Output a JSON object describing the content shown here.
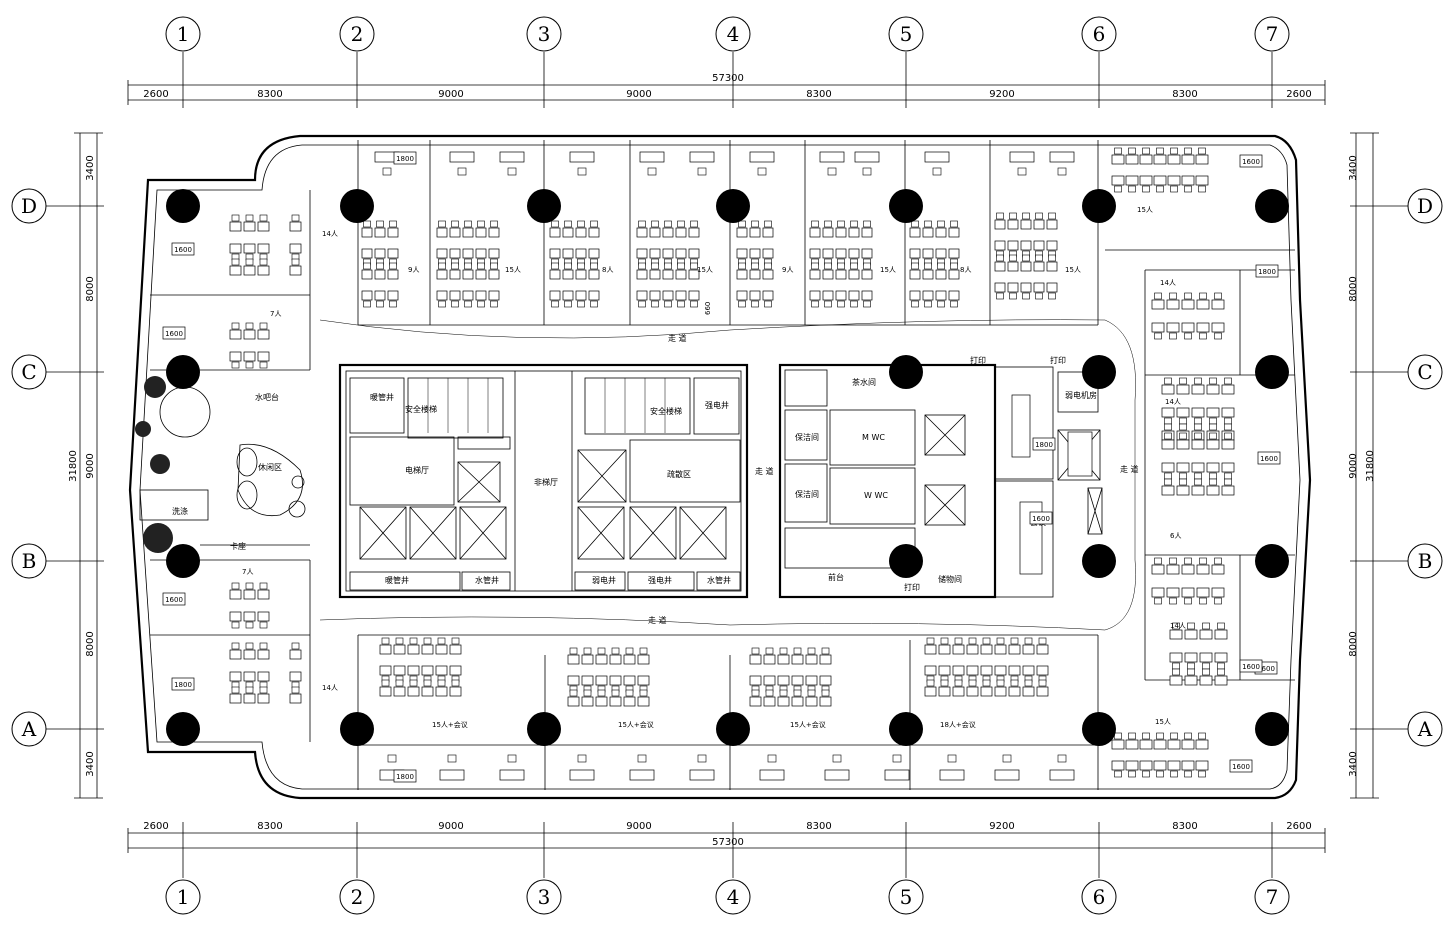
{
  "axes": {
    "columns": [
      "1",
      "2",
      "3",
      "4",
      "5",
      "6",
      "7"
    ],
    "rows": [
      "D",
      "C",
      "B",
      "A"
    ]
  },
  "dimensions": {
    "total_width": "57300",
    "bays": [
      "2600",
      "8300",
      "9000",
      "9000",
      "8300",
      "9200",
      "8300",
      "2600"
    ],
    "total_height": "31800",
    "row_bays": [
      "3400",
      "8000",
      "9000",
      "8000",
      "3400"
    ]
  },
  "labels": {
    "corridor_north": "走 道",
    "corridor_south": "走 道",
    "corridor_east": "走 道",
    "corridor_core": "走 道",
    "water_bar": "水吧台",
    "lounge": "休闲区",
    "elevator_hall": "电梯厅",
    "fire_stair_w": "安全楼梯",
    "fire_stair_e": "安全楼梯",
    "smoke_stair_w": "暖管井",
    "refuge": "疏散区",
    "lobby": "非梯厅",
    "pipe_w": "暖管井",
    "pipe_water_w": "水管井",
    "weak_elec": "弱电井",
    "strong_elec": "强电井",
    "pipe_water_e": "水管井",
    "strong_elec_n": "强电井",
    "tea_room": "茶水间",
    "mwc": "M WC",
    "wwc": "W WC",
    "cleaning_1": "保洁间",
    "cleaning_2": "保洁间",
    "print_1": "打印",
    "print_2": "打印",
    "weak_room": "弱电机房",
    "reception": "前台",
    "meeting": "会议",
    "card_seat": "卡座",
    "washing": "洗涤",
    "storage": "储物间",
    "print_3": "打印",
    "dim_label_660": "660"
  },
  "rooms_north": [
    "14人",
    "9人",
    "15人",
    "8人",
    "15人",
    "9人",
    "15人",
    "8人",
    "15人",
    "15人"
  ],
  "rooms_south": [
    "14人",
    "15人+会议",
    "15人+会议",
    "15人+会议",
    "18人+会议",
    "15人"
  ],
  "rooms_west": [
    "7人",
    "7人"
  ],
  "rooms_east": [
    "14人",
    "14人",
    "6人",
    "14人"
  ],
  "office_desk": "1600",
  "office_desk_labels": [
    "1600",
    "1600",
    "1600",
    "1800",
    "1600",
    "1800",
    "1600",
    "1600",
    "1600",
    "1800",
    "1800",
    "1600",
    "1800",
    "1600"
  ]
}
